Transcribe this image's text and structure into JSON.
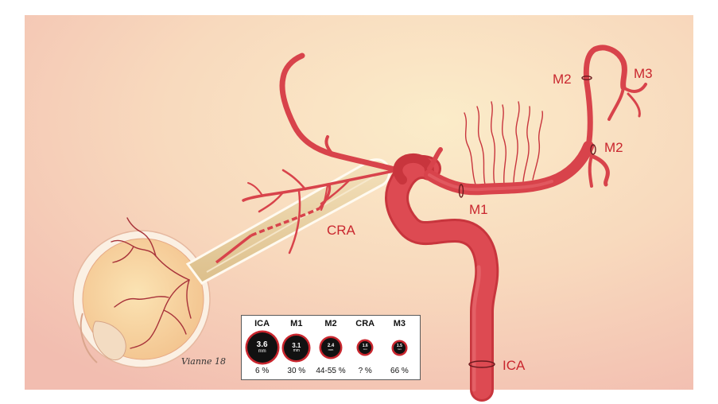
{
  "labels": {
    "m2_top": "M2",
    "m3": "M3",
    "m2_mid": "M2",
    "m1": "M1",
    "cra": "CRA",
    "ica": "ICA"
  },
  "legend": {
    "columns": [
      {
        "name": "ICA",
        "value": "3.6",
        "unit": "mm",
        "percent": "6 %",
        "size": 38
      },
      {
        "name": "M1",
        "value": "3.1",
        "unit": "mm",
        "percent": "30 %",
        "size": 31
      },
      {
        "name": "M2",
        "value": "2.4",
        "unit": "mm",
        "percent": "44-55 %",
        "size": 24
      },
      {
        "name": "CRA",
        "value": "1.6",
        "unit": "mm",
        "percent": "? %",
        "size": 16
      },
      {
        "name": "M3",
        "value": "1.5",
        "unit": "mm",
        "percent": "66 %",
        "size": 15
      }
    ]
  },
  "signature": "Vianne 18",
  "colors": {
    "artery": "#d8434b",
    "artery_dark": "#b32a33",
    "label": "#c9262e",
    "nerve": "#ecd3a2"
  }
}
